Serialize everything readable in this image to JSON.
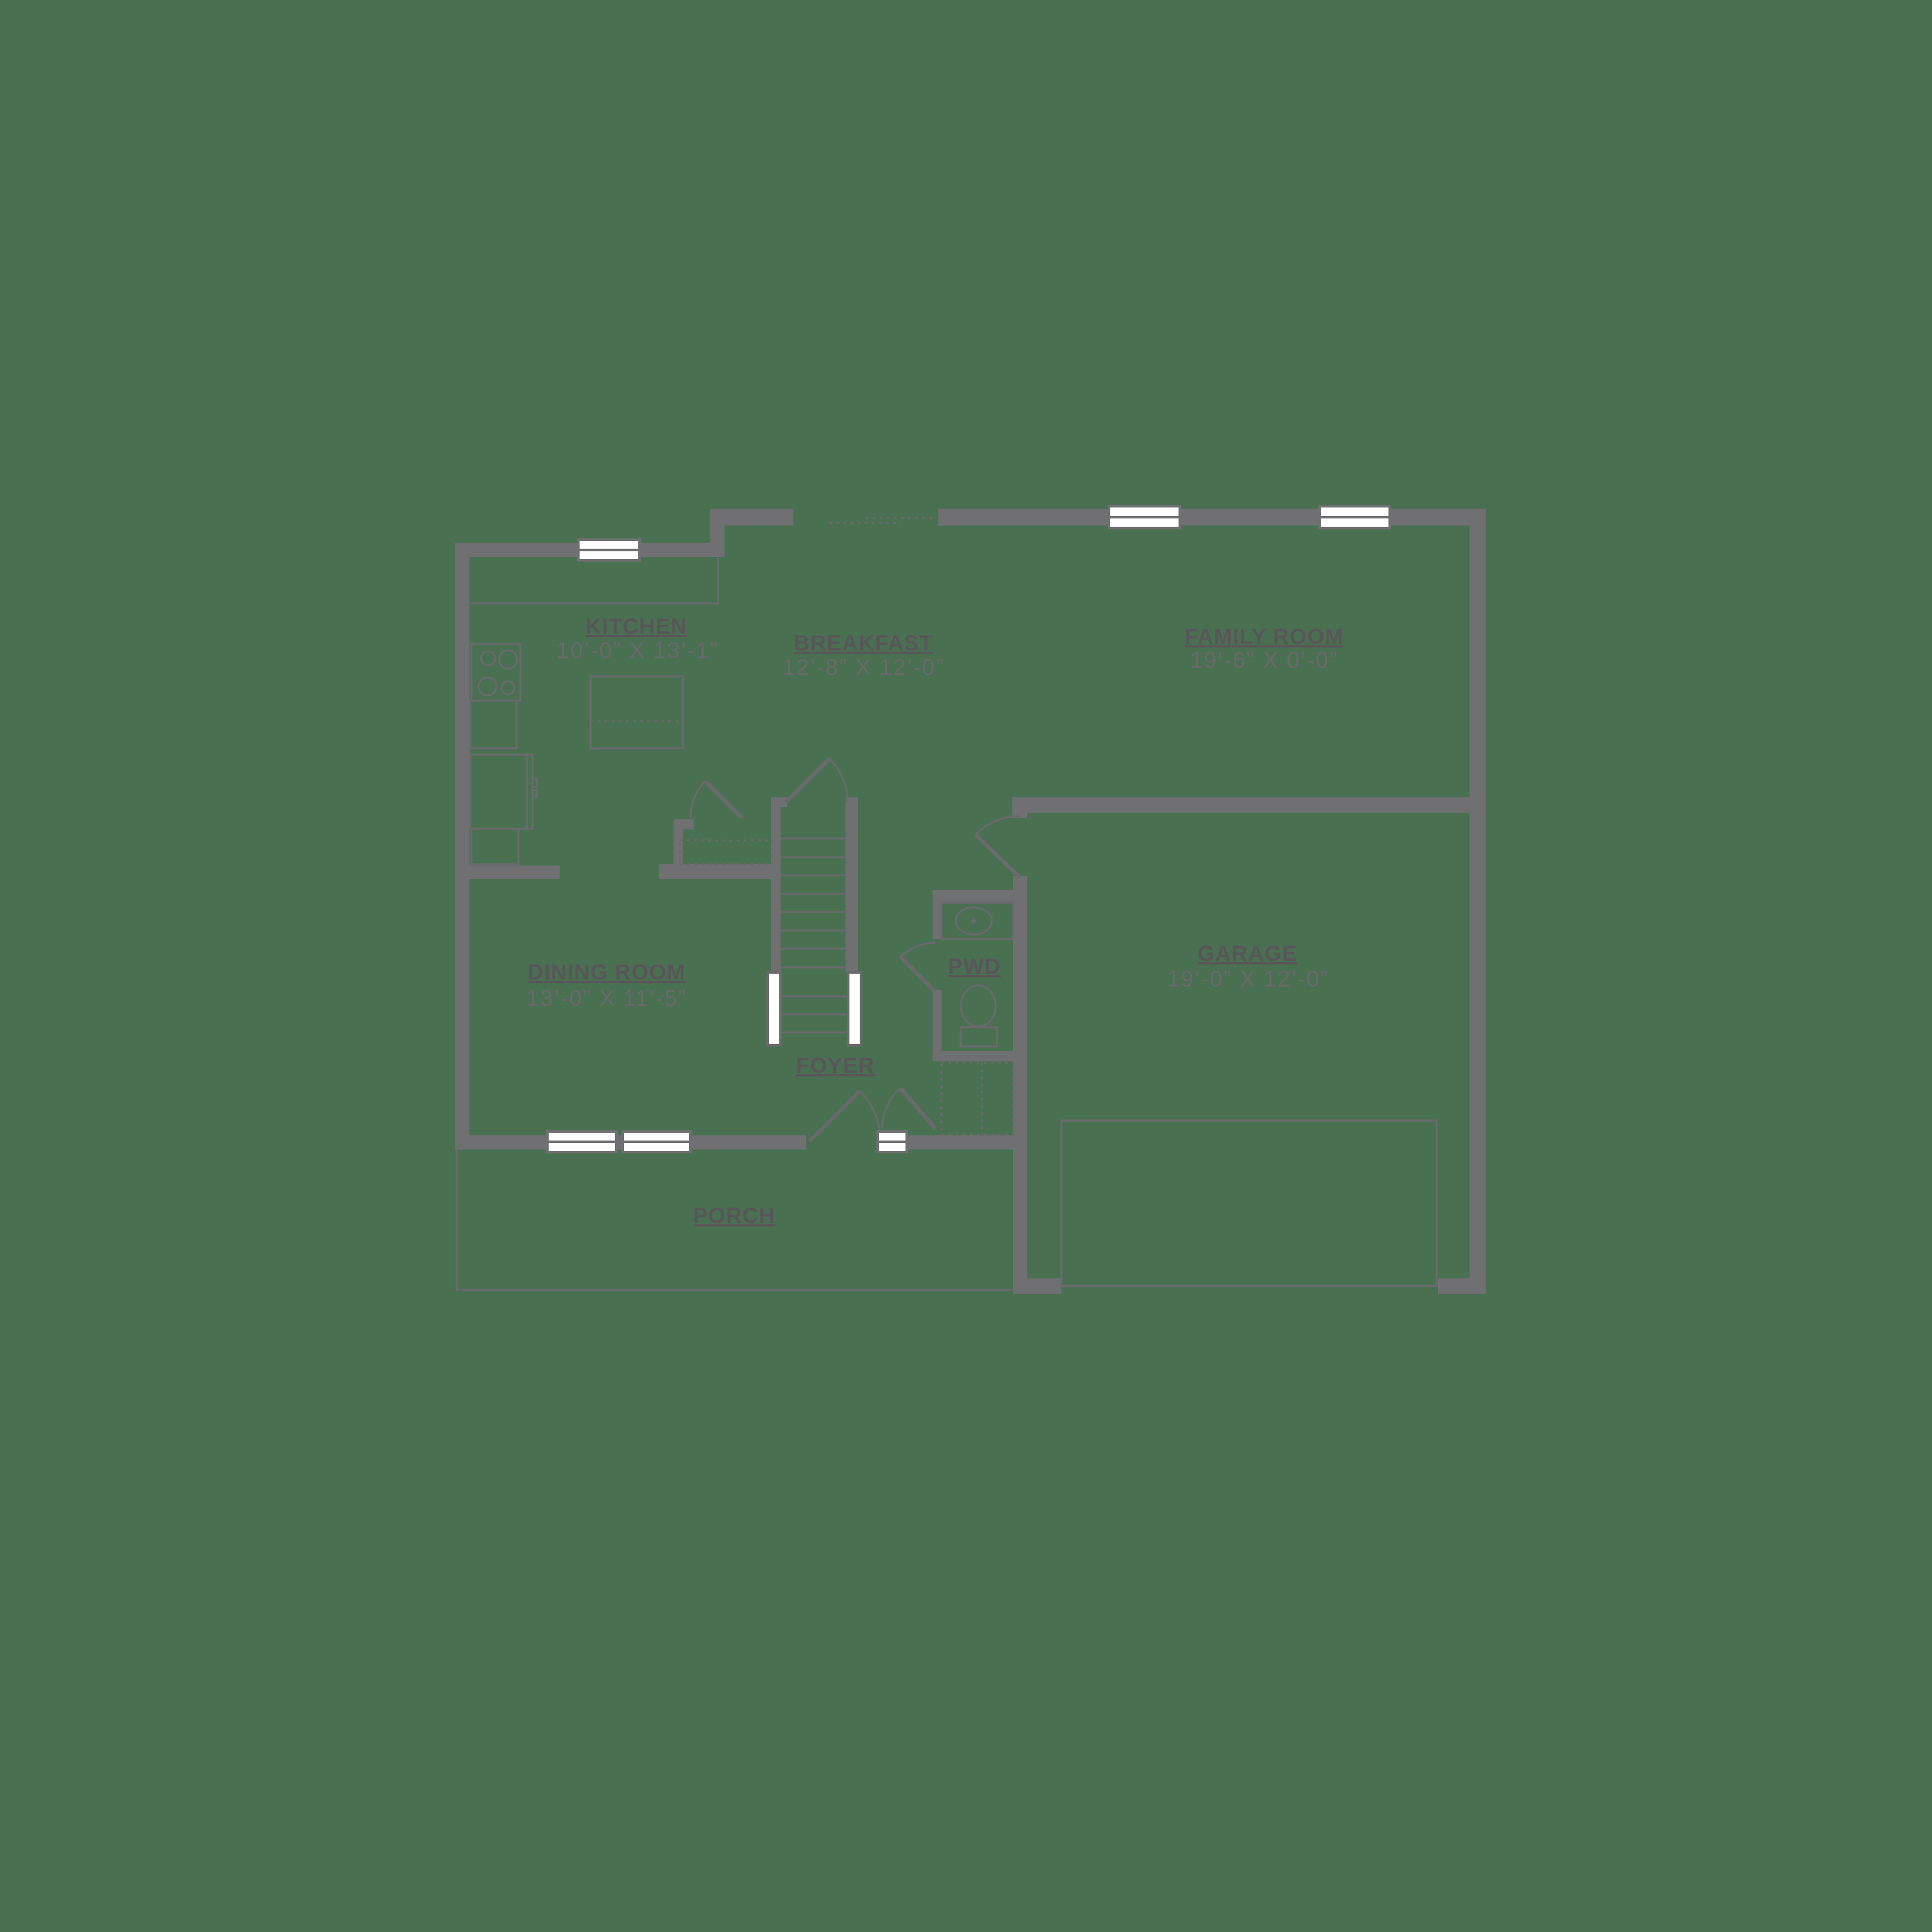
{
  "rooms": {
    "kitchen": {
      "name": "KITCHEN",
      "dims": "10’-0” X 13’-1”"
    },
    "breakfast": {
      "name": "BREAKFAST",
      "dims": "12’-8” X 12’-0”"
    },
    "family": {
      "name": "FAMILY ROOM",
      "dims": "19’-6” X 0’-0”"
    },
    "dining": {
      "name": "DINING ROOM",
      "dims": "13’-0” X 11’-5”"
    },
    "garage": {
      "name": "GARAGE",
      "dims": "19’-0” X 12’-0”"
    },
    "pwd": {
      "name": "PWD"
    },
    "foyer": {
      "name": "FOYER"
    },
    "porch": {
      "name": "PORCH"
    }
  },
  "colors": {
    "background": "#4a7052",
    "wall": "#707073",
    "line": "#6a6a6d",
    "title_text": "#595659",
    "dims_text": "#6b686c",
    "window_fill": "#ffffff"
  }
}
